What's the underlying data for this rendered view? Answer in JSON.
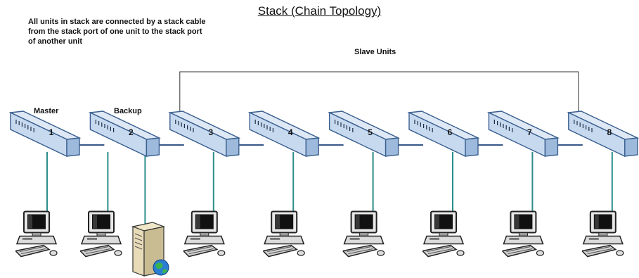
{
  "title": "Stack (Chain Topology)",
  "description": "All units in stack are connected by a stack cable from the stack port of one unit to the stack port of another unit",
  "labels": {
    "master": "Master",
    "backup": "Backup",
    "slaves": "Slave Units"
  },
  "switches": [
    {
      "label": "1"
    },
    {
      "label": "2"
    },
    {
      "label": "3"
    },
    {
      "label": "4"
    },
    {
      "label": "5"
    },
    {
      "label": "6"
    },
    {
      "label": "7"
    },
    {
      "label": "8"
    }
  ],
  "icons": {
    "switch": "network-switch-icon",
    "computer": "desktop-computer-icon",
    "server": "server-tower-icon",
    "globe": "globe-icon"
  },
  "colors": {
    "switch_fill": "#c6d9ef",
    "switch_edge": "#3a5f8f",
    "stack_cable": "#3b5b8c",
    "drop_cable": "#2c8d8a",
    "loop_line": "#333333"
  }
}
